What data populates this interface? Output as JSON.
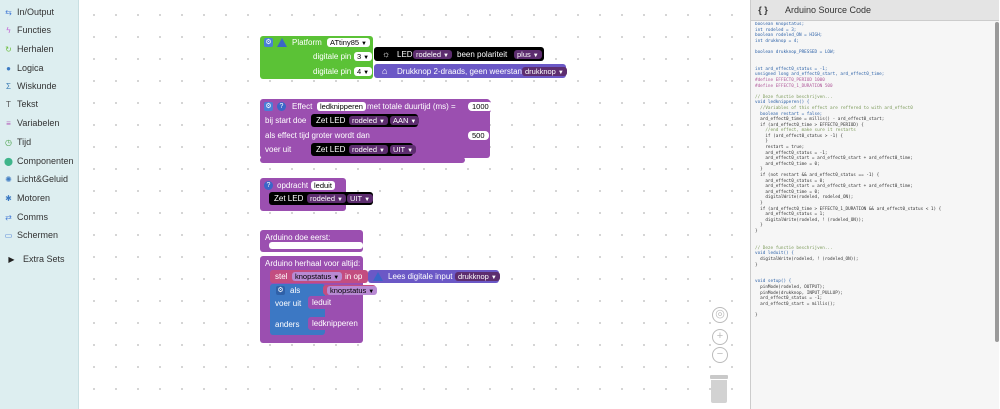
{
  "toolbox": {
    "items": [
      {
        "label": "In/Output",
        "icon": "arrows-icon",
        "color": "#4a7fd6",
        "glyph": "⇆"
      },
      {
        "label": "Functies",
        "icon": "lightning-icon",
        "color": "#c26ad6",
        "glyph": "ϟ"
      },
      {
        "label": "Herhalen",
        "icon": "repeat-icon",
        "color": "#6dbf3f",
        "glyph": "↻"
      },
      {
        "label": "Logica",
        "icon": "bulb-icon",
        "color": "#3c7ac2",
        "glyph": "●"
      },
      {
        "label": "Wiskunde",
        "icon": "sigma-icon",
        "color": "#3f7fb5",
        "glyph": "Σ"
      },
      {
        "label": "Tekst",
        "icon": "text-icon",
        "color": "#555555",
        "glyph": "T"
      },
      {
        "label": "Variabelen",
        "icon": "variable-icon",
        "color": "#b35ab8",
        "glyph": "≡"
      },
      {
        "label": "Tijd",
        "icon": "clock-icon",
        "color": "#4aa24a",
        "glyph": "◷"
      },
      {
        "label": "Componenten",
        "icon": "component-icon",
        "color": "#3fb58b",
        "glyph": "⬤"
      },
      {
        "label": "Licht&Geluid",
        "icon": "light-sound-icon",
        "color": "#3c7ac2",
        "glyph": "✺"
      },
      {
        "label": "Motoren",
        "icon": "motor-icon",
        "color": "#3c7ac2",
        "glyph": "✱"
      },
      {
        "label": "Comms",
        "icon": "comms-icon",
        "color": "#4a7fd6",
        "glyph": "⇄"
      },
      {
        "label": "Schermen",
        "icon": "screen-icon",
        "color": "#4a7fd6",
        "glyph": "▭"
      },
      {
        "label": "Extra Sets",
        "icon": "expand-triangle-icon",
        "color": "#222222",
        "glyph": "▶"
      }
    ]
  },
  "blocks": {
    "platform": {
      "label": "Platform",
      "value": "ATtiny85",
      "pin_label": "digitale pin",
      "pin1": "3",
      "pin2": "4"
    },
    "led": {
      "label": "LED",
      "name": "rodeled",
      "polarity_label": "been polariteit",
      "polarity": "plus"
    },
    "button": {
      "label": "Drukknop 2-draads, geen weerstand",
      "name": "drukknop"
    },
    "effect": {
      "label": "Effect",
      "name": "ledknipperen",
      "duration_label": "met totale duurtijd (ms) =",
      "duration": "1000",
      "start_label": "bij start doe",
      "set_led": "Zet LED",
      "led": "rodeled",
      "on": "AAN",
      "when_label": "als effect tijd groter wordt dan",
      "when_value": "500",
      "do_label": "voer uit",
      "off": "UIT"
    },
    "command": {
      "label": "opdracht",
      "name": "leduit",
      "set_led": "Zet LED",
      "led": "rodeled",
      "off": "UIT"
    },
    "setup": {
      "label": "Arduino doe eerst:"
    },
    "loop": {
      "label": "Arduino herhaal voor altijd:",
      "set_label": "stel",
      "var": "knopstatus",
      "in_label": "in op",
      "read_label": "Lees digitale input",
      "read_input": "drukknop",
      "if_label": "als",
      "if_var": "knopstatus",
      "then_label": "voer uit",
      "then_call": "leduit",
      "else_label": "anders",
      "else_call": "ledknipperen"
    }
  },
  "code_panel": {
    "title": "Arduino Source Code",
    "icon": "braces-icon",
    "lines": [
      "boolean knopstatus;",
      "int rodeled = 3;",
      "boolean rodeled_ON = HIGH;",
      "int drukknop = 4;",
      "",
      "boolean drukknop_PRESSED = LOW;",
      "",
      "",
      "int ard_effect0_status = -1;",
      "unsigned long ard_effect0_start, ard_effect0_time;",
      "#define EFFECT0_PERIOD 1000",
      "#define EFFECT0_1_DURATION 500",
      "",
      "// Deze functie beschrijven...",
      "void ledknipperen() {",
      "  //Variables of this effect are reffered to with ard_effect0",
      "  boolean restart = false;",
      "  ard_effect0_time = millis() - ard_effect0_start;",
      "  if (ard_effect0_time > EFFECT0_PERIOD) {",
      "    //end effect, make sure it restarts",
      "    if (ard_effect0_status > -1) {",
      "    }",
      "    restart = true;",
      "    ard_effect0_status = -1;",
      "    ard_effect0_start = ard_effect0_start + ard_effect0_time;",
      "    ard_effect0_time = 0;",
      "  }",
      "  if (not restart && ard_effect0_status == -1) {",
      "    ard_effect0_status = 0;",
      "    ard_effect0_start = ard_effect0_start + ard_effect0_time;",
      "    ard_effect0_time = 0;",
      "    digitalWrite(rodeled, rodeled_ON);",
      "  }",
      "  if (ard_effect0_time > EFFECT0_1_DURATION && ard_effect0_status < 1) {",
      "    ard_effect0_status = 1;",
      "    digitalWrite(rodeled, ! (rodeled_ON));",
      "  }",
      "}",
      "",
      "",
      "// Deze functie beschrijven...",
      "void leduit() {",
      "  digitalWrite(rodeled, ! (rodeled_ON));",
      "}",
      "",
      "",
      "void setup() {",
      "  pinMode(rodeled, OUTPUT);",
      "  pinMode(drukknop, INPUT_PULLUP);",
      "  ard_effect0_status = -1;",
      "  ard_effect0_start = millis();",
      "",
      "}"
    ]
  },
  "colors": {
    "platform": "#5bc236",
    "led_block": "#000000",
    "button_block": "#6b58c6",
    "function": "#9b4fb0",
    "variable": "#c34d80",
    "logic": "#3c78c4",
    "toolbox_bg": "#ddeef0"
  }
}
